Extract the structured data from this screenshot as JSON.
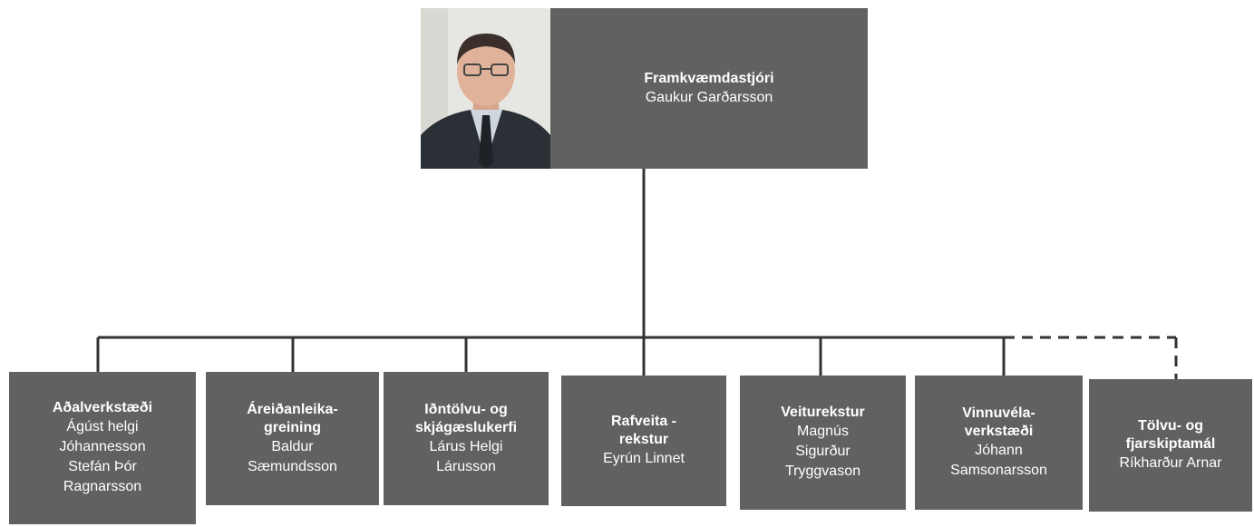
{
  "director": {
    "title": "Framkvæmdastjóri",
    "name": "Gaukur Garðarsson"
  },
  "units": [
    {
      "title": "Aðalverkstæði",
      "names": "Ágúst helgi\nJóhannesson\nStefán Þór\nRagnarsson"
    },
    {
      "title": "Áreiðanleika-\ngreining",
      "names": "Baldur\nSæmundsson"
    },
    {
      "title": "Iðntölvu- og\nskjágæslukerfi",
      "names": "Lárus Helgi\nLárusson"
    },
    {
      "title": "Rafveita -\nrekstur",
      "names": "Eyrún Linnet"
    },
    {
      "title": "Veiturekstur",
      "names": "Magnús\nSigurður\nTryggvason"
    },
    {
      "title": "Vinnuvéla-\nverkstæði",
      "names": "Jóhann\nSamsonarsson"
    },
    {
      "title": "Tölvu- og\nfjarskiptamál",
      "names": "Ríkharður Arnar"
    }
  ],
  "colors": {
    "box": "#616161",
    "line": "#333333",
    "text": "#ffffff"
  }
}
